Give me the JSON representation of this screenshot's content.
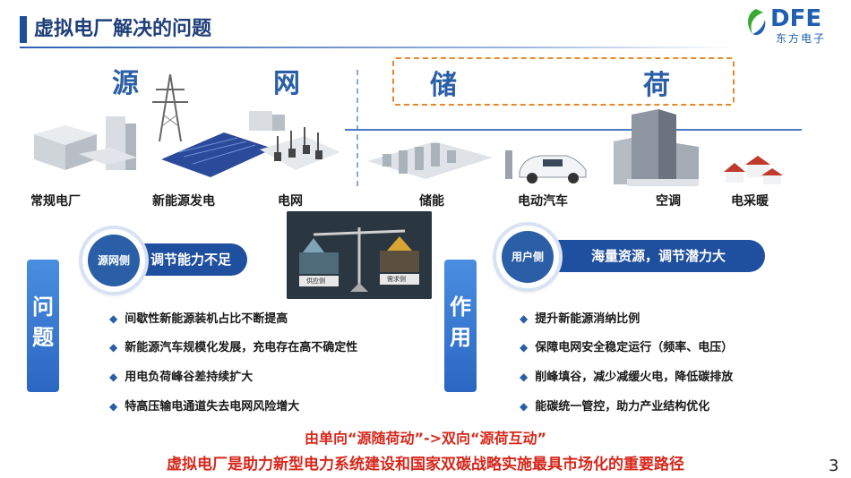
{
  "header": {
    "title": "虚拟电厂解决的问题",
    "logo_text": "DFE",
    "logo_sub": "东方电子"
  },
  "categories": {
    "source": "源",
    "grid": "网",
    "storage": "储",
    "load": "荷"
  },
  "scene_labels": {
    "conventional": "常规电厂",
    "new_energy": "新能源发电",
    "grid": "电网",
    "storage": "储能",
    "ev": "电动汽车",
    "ac": "空调",
    "heating": "电采暖"
  },
  "left_panel": {
    "badge": "源网侧",
    "headline": "调节能力不足",
    "side_label": [
      "问",
      "题"
    ],
    "bullets": [
      "间歇性新能源装机占比不断提高",
      "新能源汽车规模化发展，充电存在高不确定性",
      "用电负荷峰谷差持续扩大",
      "特高压输电通道失去电网风险增大"
    ]
  },
  "center_image": {
    "supply_label": "供应侧",
    "demand_label": "需求侧"
  },
  "right_panel": {
    "badge": "用户侧",
    "headline": "海量资源，调节潜力大",
    "side_label": [
      "作",
      "用"
    ],
    "bullets": [
      "提升新能源消纳比例",
      "保障电网安全稳定运行（频率、电压）",
      "削峰填谷，减少减缓火电，降低碳排放",
      "能碳统一管控，助力产业结构优化"
    ]
  },
  "footer": {
    "line1": "由单向“源随荷动”->双向“源荷互动”",
    "line2": "虚拟电厂是助力新型电力系统建设和国家双碳战略实施最具市场化的重要路径",
    "page_number": "3"
  },
  "colors": {
    "brand_blue": "#1f4f9f",
    "accent_orange": "#e38a2e",
    "highlight_red": "#d6281c"
  }
}
